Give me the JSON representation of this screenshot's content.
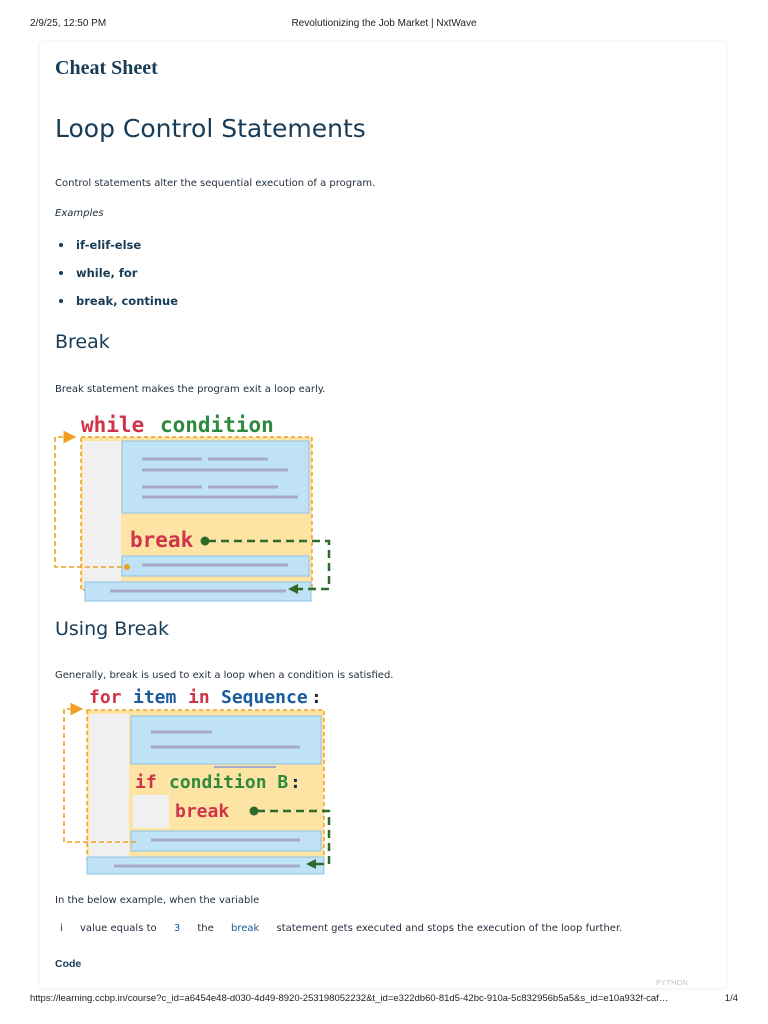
{
  "browser": {
    "date_time": "2/9/25, 12:50 PM",
    "page_title": "Revolutionizing the Job Market | NxtWave",
    "url": "https://learning.ccbp.in/course?c_id=a6454e48-d030-4d49-8920-253198052232&t_id=e322db60-81d5-42bc-910a-5c832956b5a5&s_id=e10a932f-caf…",
    "page_number": "1/4"
  },
  "content": {
    "cheat_sheet": "Cheat Sheet",
    "heading": "Loop Control Statements",
    "intro": "Control statements alter the sequential execution of a program.",
    "examples_label": "Examples",
    "examples": [
      "if-elif-else",
      "while, for",
      "break, continue"
    ],
    "break_heading": "Break",
    "break_description": "Break statement makes the program exit a loop early.",
    "using_break_heading": "Using Break",
    "using_break_description": "Generally, break is used to exit a loop when a condition is satisfied.",
    "example_intro": "In the below example, when the variable",
    "inline_row": {
      "var": "i",
      "t1": "value equals to",
      "num": "3",
      "t2": "the",
      "kw": "break",
      "t3": "statement gets executed and stops the execution of the loop further."
    },
    "code_label": "Code",
    "code_lang_tag": "PYTHON"
  },
  "diagram1": {
    "kw_while": "while",
    "kw_condition": "condition",
    "kw_break": "break"
  },
  "diagram2": {
    "kw_for": "for",
    "kw_item": "item",
    "kw_in": "in",
    "kw_sequence": "Sequence",
    "kw_colon": ":",
    "kw_if": "if",
    "kw_condition_b": "condition B",
    "kw_colon2": ":",
    "kw_break": "break"
  },
  "colors": {
    "heading": "#183b56",
    "keyword_red": "#d0344a",
    "keyword_green": "#2e8b3e",
    "keyword_blue": "#1b5c9e",
    "loop_orange": "#f0a020",
    "exit_green": "#2e6b2a",
    "block_blue": "#bfe2f7",
    "block_yellow": "#fde3a4"
  }
}
